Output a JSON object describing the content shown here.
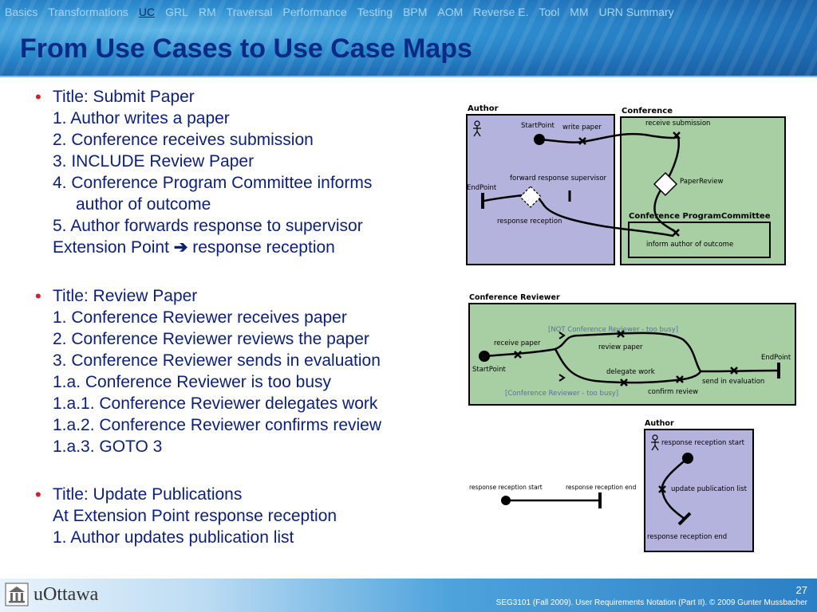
{
  "nav": {
    "items": [
      "Basics",
      "Transformations",
      "UC",
      "GRL",
      "RM",
      "Traversal",
      "Performance",
      "Testing",
      "BPM",
      "AOM",
      "Reverse E.",
      "Tool",
      "MM",
      "URN Summary"
    ],
    "active": "UC"
  },
  "slide_title": "From Use Cases to Use Case Maps",
  "bullets": [
    {
      "lines": [
        "Title: Submit Paper",
        "1. Author writes a paper",
        "2. Conference receives submission",
        "3. INCLUDE Review Paper",
        "4. Conference Program Committee informs",
        "author of outcome",
        "5. Author forwards response to supervisor"
      ],
      "ext_prefix": "Extension Point",
      "ext_suffix": "response reception"
    },
    {
      "lines": [
        "Title: Review Paper",
        "1. Conference Reviewer receives paper",
        "2. Conference Reviewer reviews the paper",
        "3. Conference Reviewer sends in evaluation",
        "1.a. Conference Reviewer is too busy",
        "1.a.1. Conference Reviewer delegates work",
        "1.a.2. Conference Reviewer confirms review",
        "1.a.3. GOTO 3"
      ]
    },
    {
      "lines": [
        "Title: Update Publications",
        "At Extension Point response reception",
        "1. Author updates publication list"
      ]
    }
  ],
  "diagram1": {
    "author": "Author",
    "conference": "Conference",
    "pc": "Conference ProgramCommittee",
    "start": "StartPoint",
    "write": "write paper",
    "receive": "receive submission",
    "fwd": "forward response supervisor",
    "review": "PaperReview",
    "end": "EndPoint",
    "resp": "response reception",
    "inform": "inform author of outcome"
  },
  "diagram2": {
    "role": "Conference Reviewer",
    "not_busy": "[NOT Conference Reviewer - too busy]",
    "receive": "receive paper",
    "review": "review paper",
    "end": "EndPoint",
    "start": "StartPoint",
    "delegate": "delegate work",
    "send": "send in evaluation",
    "busy": "[Conference Reviewer - too busy]",
    "confirm": "confirm review"
  },
  "diagram3": {
    "start": "response reception start",
    "end": "response reception end"
  },
  "diagram4": {
    "author": "Author",
    "start": "response reception start",
    "update": "update publication list",
    "end": "response reception end"
  },
  "footer": {
    "logo": "uOttawa",
    "page": "27",
    "credit": "SEG3101 (Fall 2009).   User Requirements Notation (Part II).   © 2009 Gunter Mussbacher"
  }
}
